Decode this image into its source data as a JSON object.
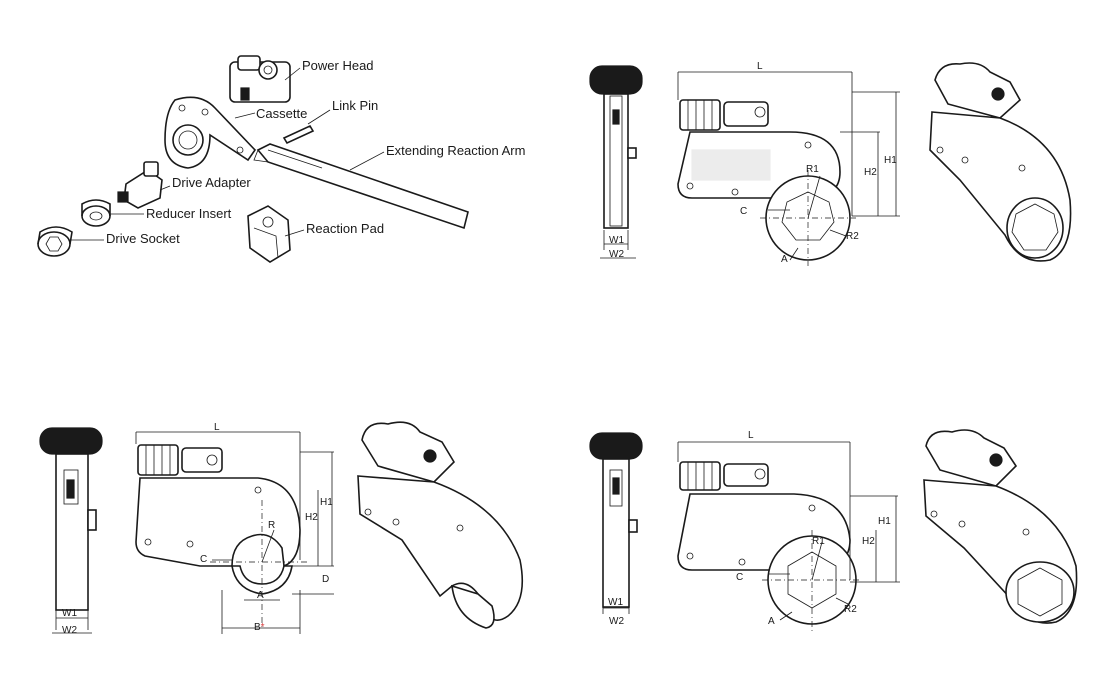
{
  "exploded_view": {
    "labels": {
      "power_head": "Power Head",
      "cassette": "Cassette",
      "link_pin": "Link Pin",
      "extending_reaction_arm": "Extending Reaction Arm",
      "drive_adapter": "Drive Adapter",
      "reducer_insert": "Reducer Insert",
      "drive_socket": "Drive Socket",
      "reaction_pad": "Reaction Pad"
    }
  },
  "view_hex": {
    "dims": {
      "L": "L",
      "H1": "H1",
      "H2": "H2",
      "R1": "R1",
      "R2": "R2",
      "C": "C",
      "A": "A",
      "W1": "W1",
      "W2": "W2"
    }
  },
  "view_open": {
    "dims": {
      "L": "L",
      "H1": "H1",
      "H2": "H2",
      "R": "R",
      "C": "C",
      "D": "D",
      "A": "A",
      "B": "B",
      "B_mark": "*",
      "W1": "W1",
      "W2": "W2"
    }
  },
  "view_low": {
    "dims": {
      "L": "L",
      "H1": "H1",
      "H2": "H2",
      "R1": "R1",
      "R2": "R2",
      "C": "C",
      "A": "A",
      "W1": "W1",
      "W2": "W2"
    }
  }
}
